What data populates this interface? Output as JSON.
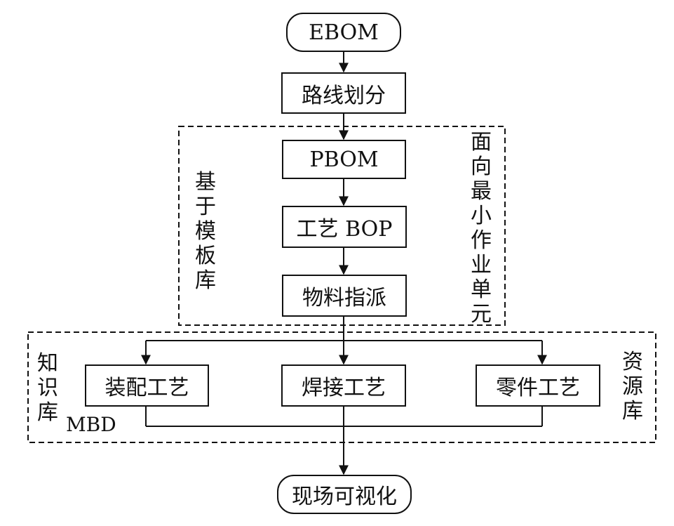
{
  "nodes": {
    "ebom": "EBOM",
    "route_division": "路线划分",
    "pbom": "PBOM",
    "process_bop": "工艺 BOP",
    "material_assignment": "物料指派",
    "assembly_process": "装配工艺",
    "welding_process": "焊接工艺",
    "parts_process": "零件工艺",
    "site_visualization": "现场可视化"
  },
  "group_labels": {
    "template_library": "基于模板库",
    "min_work_unit": "面向最小作业单元",
    "knowledge_library": "知识库",
    "mbd": "MBD",
    "resource_library": "资源库"
  },
  "colors": {
    "line": "#111111",
    "background": "#ffffff"
  }
}
